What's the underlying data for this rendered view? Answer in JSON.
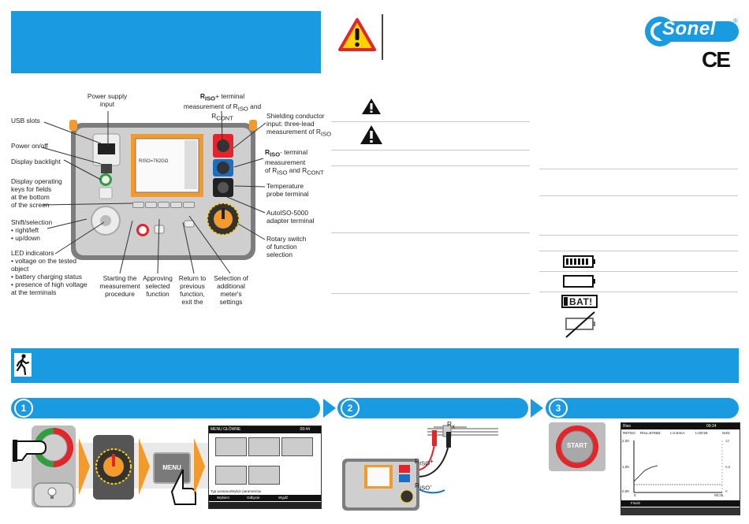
{
  "brand": {
    "logo_text": "Sonel",
    "registered": "®",
    "ce_mark": "CE"
  },
  "device_labels": {
    "power_supply": [
      "Power supply",
      "input"
    ],
    "usb": "USB slots",
    "power_onoff": "Power on/off",
    "backlight": "Display backlight",
    "operating_keys": [
      "Display operating",
      "keys for fields",
      "at the bottom",
      "of the screen"
    ],
    "shift": [
      "Shift/selection",
      "• right/left",
      "• up/down"
    ],
    "led": [
      "LED indicators",
      "• voltage on the tested",
      "   object",
      "• battery charging status",
      "• presence of high voltage",
      "   at the terminals"
    ],
    "start": [
      "Starting the",
      "measurement",
      "procedure"
    ],
    "approving": [
      "Approving",
      "selected",
      "function"
    ],
    "return": [
      "Return to",
      "previous",
      "function,",
      "exit the"
    ],
    "selection": [
      "Selection of",
      "additional",
      "meter's",
      "settings"
    ],
    "riso_plus": {
      "pre": "R",
      "sub": "ISO",
      "post": "+ terminal"
    },
    "riso_plus_line2": {
      "a": "measurement of R",
      "s1": "ISO",
      "b": " and R",
      "s2": "CONT"
    },
    "shield": [
      "Shielding conductor",
      "input: three-lead"
    ],
    "shield_line3": {
      "a": "measurement of R",
      "s": "ISO"
    },
    "riso_minus": {
      "pre": "R",
      "sub": "ISO",
      "post": "- terminal"
    },
    "riso_minus_l2": "measurement",
    "riso_minus_l3": {
      "a": "of R",
      "s1": "ISO",
      "b": " and R",
      "s2": "CONT"
    },
    "temp": [
      "Temperature",
      "probe terminal"
    ],
    "autoiso": [
      "AutoISO-5000",
      "adapter terminal"
    ],
    "rotary": [
      "Rotary switch",
      "of function",
      "selection"
    ],
    "screen_value": "RISO=762GΩ"
  },
  "battery_icons": {
    "bat_text": "BAT!"
  },
  "steps": [
    {
      "number": "1"
    },
    {
      "number": "2"
    },
    {
      "number": "3"
    }
  ],
  "step1": {
    "menu_button": "MENU",
    "menu_screen": {
      "title": "MENU GŁÓWNE",
      "time": "09:44",
      "status_line": "Typ pomiaru/Wybór parametrów",
      "soft_keys": [
        "Wybierz",
        "Odbycie",
        "Wyjdź"
      ]
    }
  },
  "step2": {
    "rx": {
      "pre": "R",
      "sub": "x"
    },
    "riso_plus": {
      "pre": "R",
      "sub": "ISO",
      "post": "+"
    },
    "riso_minus": {
      "pre": "R",
      "sub": "ISO",
      "post": "-"
    }
  },
  "step3": {
    "start_label": "START",
    "graph": {
      "title": "Riso",
      "time": "09:24",
      "row2": [
        "RETEO",
        "Riso=8769Ω",
        "I=0.54nA",
        "t=00:59",
        "0x01"
      ],
      "y_ticks": [
        "2,00",
        "1,00",
        "0,00"
      ],
      "right_ticks": [
        "12",
        "6,6",
        "0"
      ],
      "x_end": "00:25",
      "x_start": "0",
      "footer": "Finish"
    }
  },
  "colors": {
    "accent_blue": "#1a9ae0",
    "device_orange": "#f39a2c",
    "warning_yellow": "#ffd200",
    "warning_red": "#e3242b"
  }
}
